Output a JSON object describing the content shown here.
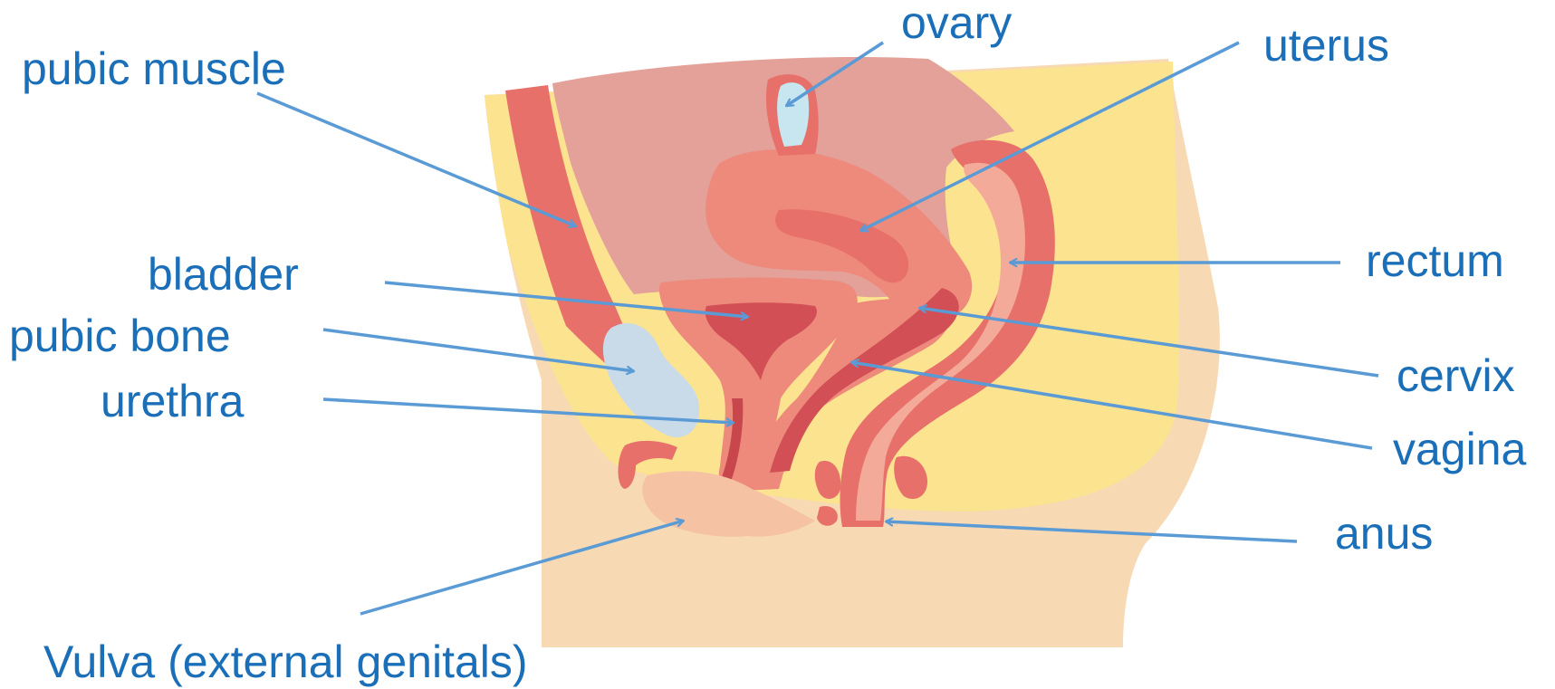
{
  "labels": {
    "ovary": "ovary",
    "uterus": "uterus",
    "pubic_muscle": "pubic muscle",
    "bladder": "bladder",
    "pubic_bone": "pubic bone",
    "urethra": "urethra",
    "rectum": "rectum",
    "cervix": "cervix",
    "vagina": "vagina",
    "anus": "anus",
    "vulva": "Vulva (external genitals)"
  },
  "colors": {
    "label_text": "#1a6fb8",
    "leader_line": "#5b9bd5",
    "skin": "#f7d9b3",
    "fat": "#fbe38f",
    "peritoneum": "#e3a199",
    "muscle": "#e8706b",
    "uterus": "#ee8a7c",
    "vagina_wall": "#d24f55",
    "bone": "#c9dbe8",
    "ovary": "#c8e6ef"
  }
}
